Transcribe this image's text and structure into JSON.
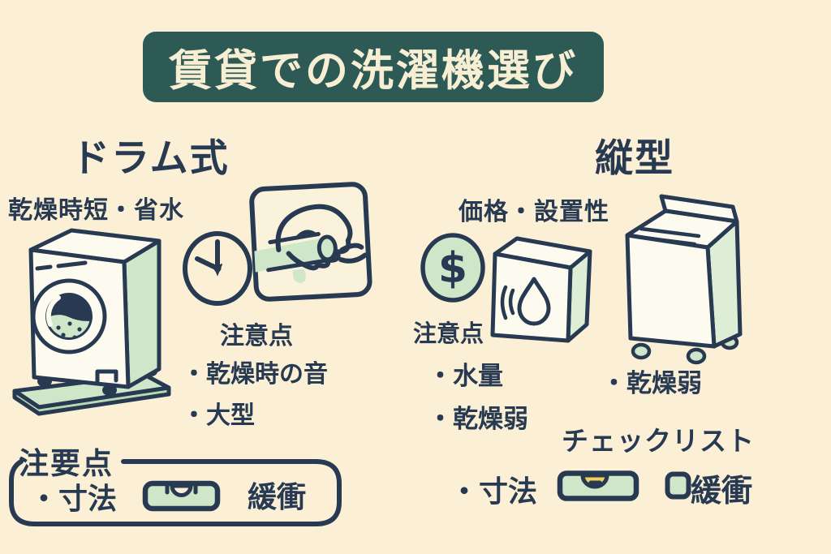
{
  "colors": {
    "background": "#FBF0D5",
    "banner": "#2D5A55",
    "banner_text": "#F7EED3",
    "ink": "#273A52",
    "green": "#CFE7C8",
    "green_dark": "#B9D9B1",
    "yellow": "#F6D05E",
    "white": "#FDFAF0"
  },
  "title": {
    "text": "賃貸での洗濯機選び"
  },
  "drum": {
    "heading": "ドラム式",
    "benefit": "乾燥時短・省水",
    "caution_title": "注意点",
    "cautions": [
      "・乾燥時の音",
      "・大型"
    ]
  },
  "vertical": {
    "heading": "縦型",
    "benefit": "価格・設置性",
    "caution_title": "注意点",
    "cautions": [
      "・水量",
      "・乾燥弱"
    ],
    "washer_caution": "・乾燥弱"
  },
  "key_points_box": {
    "heading": "注要点",
    "item": "・寸法",
    "second_item": "緩衝"
  },
  "checklist": {
    "heading": "チェックリスト",
    "item": "・寸法",
    "second_item": "緩衝"
  },
  "icons": {
    "drum_washer": "front-load-washer-on-tray",
    "clock": "clock",
    "hand_panel": "hand-adjusting-knob",
    "dollar_coin": "dollar-coin",
    "dollar_glyph": "$",
    "water_box": "box-with-water-drop",
    "top_washer": "top-load-washer",
    "level_plain": "bubble-level",
    "level_yellow": "bubble-level-with-yellow-bubble",
    "checkbox": "checkbox"
  }
}
